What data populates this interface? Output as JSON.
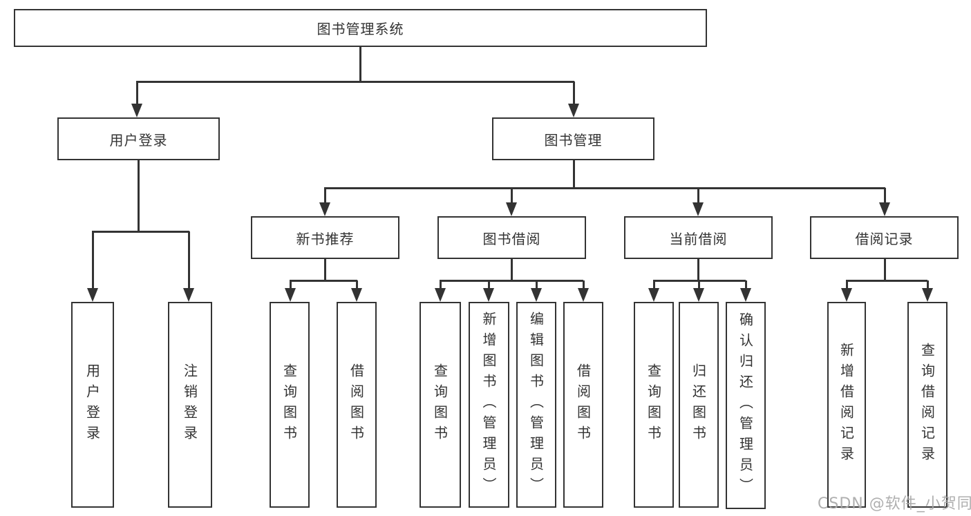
{
  "root": "图书管理系统",
  "level2": [
    "用户登录",
    "图书管理"
  ],
  "level3": [
    "新书推荐",
    "图书借阅",
    "当前借阅",
    "借阅记录"
  ],
  "leaves": {
    "user": [
      "用户登录",
      "注销登录"
    ],
    "recommend": [
      "查询图书",
      "借阅图书"
    ],
    "borrow": [
      "查询图书",
      "新增图书（管理员）",
      "编辑图书（管理员）",
      "借阅图书"
    ],
    "current": [
      "查询图书",
      "归还图书",
      "确认归还（管理员）"
    ],
    "record": [
      "新增借阅记录",
      "查询借阅记录"
    ]
  },
  "watermark": "CSDN @软件_小贺同学",
  "colors": {
    "line": "#333333",
    "text": "#333333",
    "watermark": "#a8a8a8",
    "background": "#ffffff"
  }
}
